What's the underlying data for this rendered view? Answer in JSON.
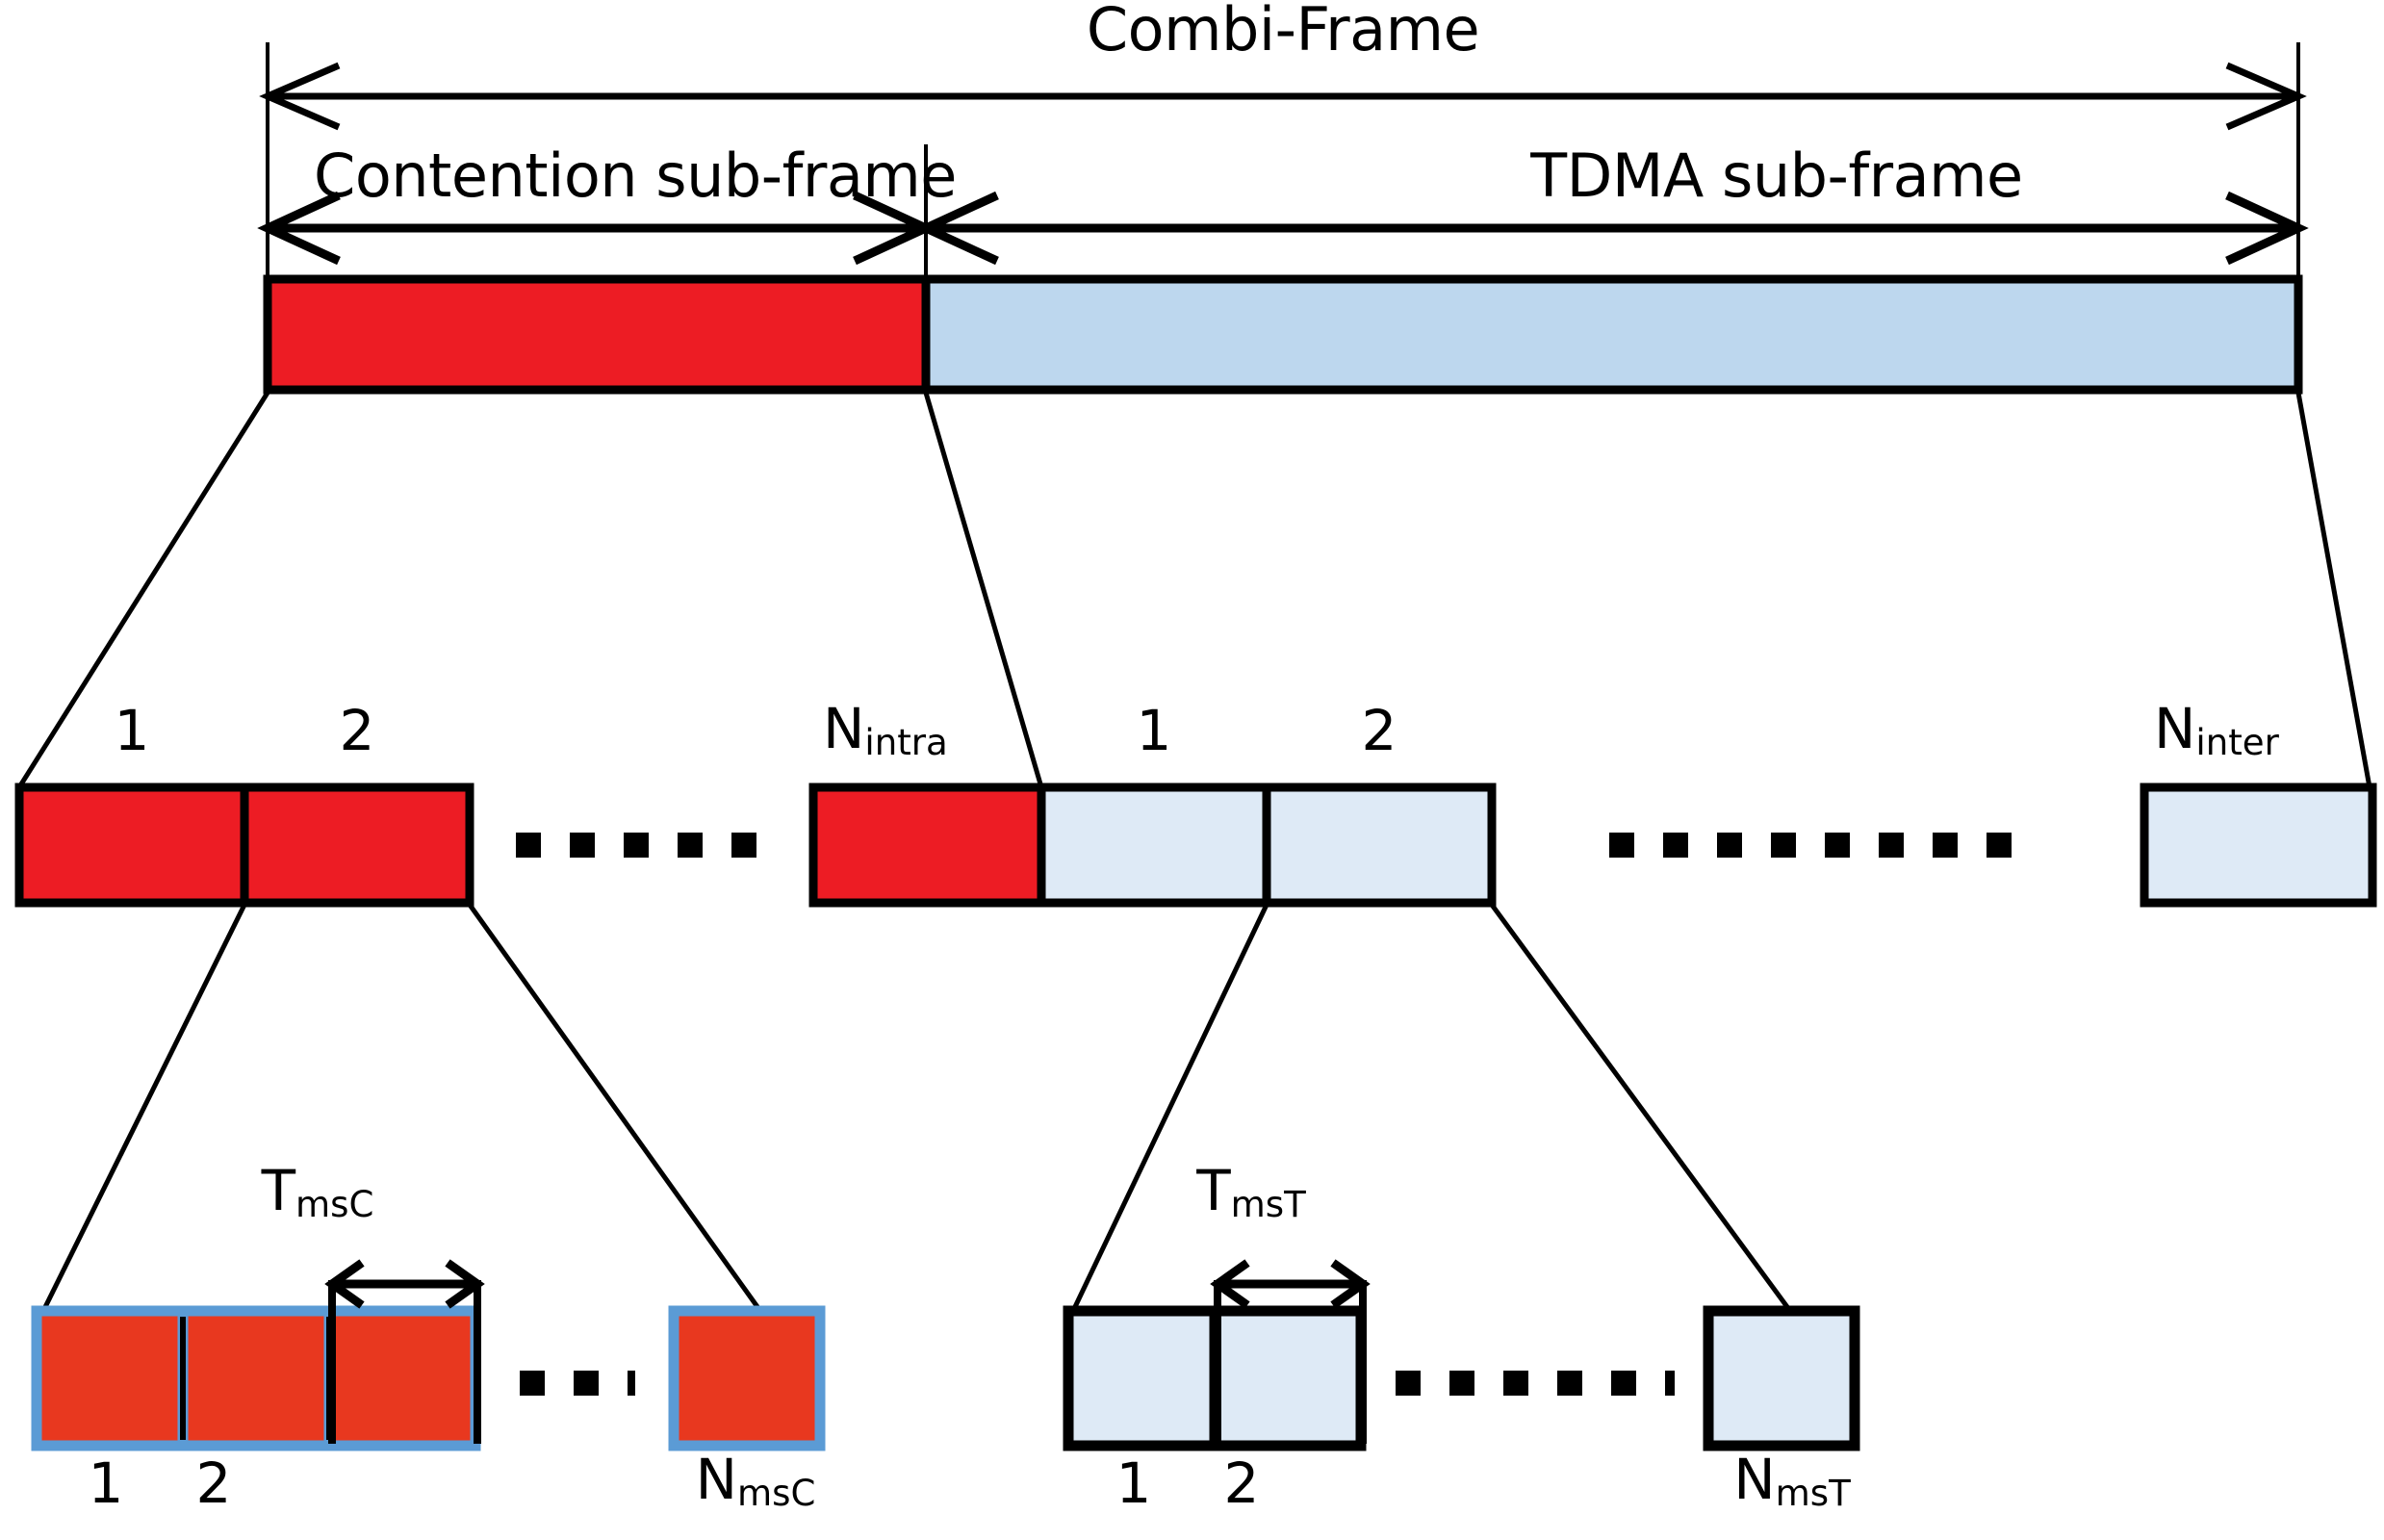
{
  "diagram": {
    "title": "Combi-Frame",
    "colors": {
      "red_primary": "#ED1C24",
      "red_secondary": "#E8381F",
      "blue_primary": "#BDD7EE",
      "blue_secondary": "#DEEAF6",
      "blue_border": "#5B9BD5",
      "stroke": "#000000",
      "background": "#FFFFFF"
    },
    "top": {
      "combi_frame_label": "Combi-Frame",
      "contention_label": "Contention sub-frame",
      "tdma_label": "TDMA sub-frame"
    },
    "mid_row": {
      "contention_slots": [
        "1",
        "2"
      ],
      "intra_label": "N",
      "intra_sub": "intra",
      "tdma_slots": [
        "1",
        "2"
      ],
      "inter_label": "N",
      "inter_sub": "inter",
      "ellipsis": "▪"
    },
    "bottom_left": {
      "duration_label": "T",
      "duration_sub": "msC",
      "slots": [
        "1",
        "2"
      ],
      "last_label": "N",
      "last_sub": "msC"
    },
    "bottom_right": {
      "duration_label": "T",
      "duration_sub": "msT",
      "slots": [
        "1",
        "2"
      ],
      "last_label": "N",
      "last_sub": "msT"
    }
  }
}
